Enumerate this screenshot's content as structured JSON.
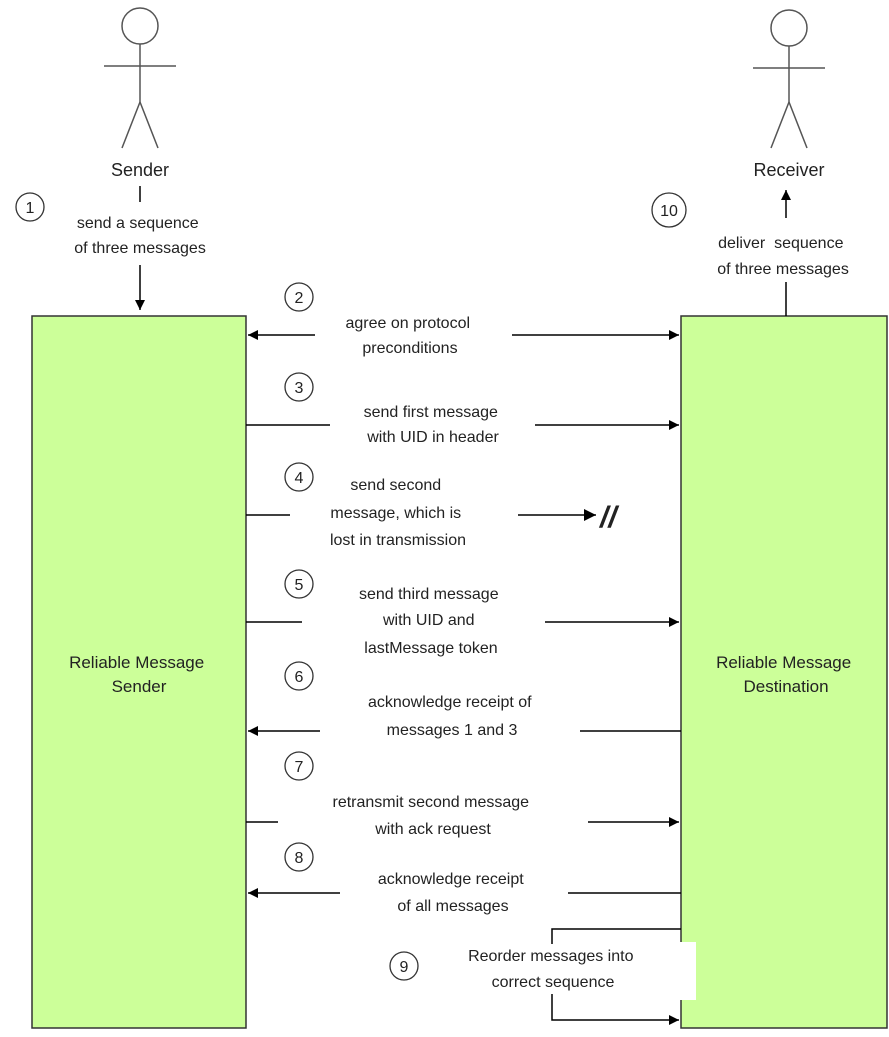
{
  "colors": {
    "box_fill": "#ccff99",
    "box_stroke": "#333333",
    "line": "#000000"
  },
  "actors": {
    "sender": {
      "label": "Sender"
    },
    "receiver": {
      "label": "Receiver"
    }
  },
  "boxes": {
    "sender": {
      "lines": [
        "Reliable Message",
        "Sender"
      ]
    },
    "destination": {
      "lines": [
        "Reliable Message",
        "Destination"
      ]
    }
  },
  "steps": [
    {
      "num": "1",
      "lines": [
        "send a sequence",
        "of three messages"
      ]
    },
    {
      "num": "2",
      "lines": [
        "agree on protocol",
        "preconditions"
      ]
    },
    {
      "num": "3",
      "lines": [
        "send first message",
        "with UID in header"
      ]
    },
    {
      "num": "4",
      "lines": [
        "send second",
        "message, which is",
        "lost in transmission"
      ]
    },
    {
      "num": "5",
      "lines": [
        "send third message",
        "with UID and",
        "lastMessage token"
      ]
    },
    {
      "num": "6",
      "lines": [
        "acknowledge receipt of",
        "messages 1 and 3"
      ]
    },
    {
      "num": "7",
      "lines": [
        "retransmit second message",
        "with ack request"
      ]
    },
    {
      "num": "8",
      "lines": [
        "acknowledge receipt",
        "of all messages"
      ]
    },
    {
      "num": "9",
      "lines": [
        "Reorder messages into",
        "correct sequence"
      ]
    },
    {
      "num": "10",
      "lines": [
        "deliver  sequence",
        "of three messages"
      ]
    }
  ],
  "lost_marker": "//"
}
